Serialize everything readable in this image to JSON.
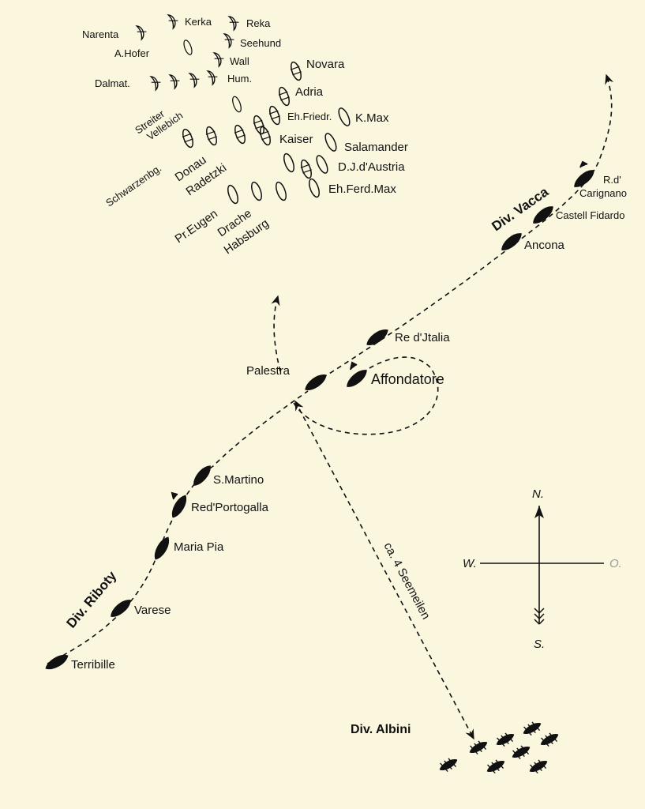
{
  "austrian": {
    "narenta": "Narenta",
    "kerka": "Kerka",
    "reka": "Reka",
    "hofer": "A.Hofer",
    "seehund": "Seehund",
    "wall": "Wall",
    "novara": "Novara",
    "dalmat": "Dalmat.",
    "hum": "Hum.",
    "adria": "Adria",
    "streiter": "Streiter",
    "vellebich": "Vellebich",
    "ehfriedr": "Eh.Friedr.",
    "kmax": "K.Max",
    "kaiser": "Kaiser",
    "salamander": "Salamander",
    "schwarzenbg": "Schwarzenbg.",
    "donau": "Donau",
    "radetzki": "Radetzki",
    "djaustria": "D.J.d'Austria",
    "ehferdmax": "Eh.Ferd.Max",
    "preugen": "Pr.Eugen",
    "drache": "Drache",
    "habsburg": "Habsburg"
  },
  "italian": {
    "div_vacca": "Div. Vacca",
    "rd": "R.d'",
    "carignano": "Carignano",
    "castell": "Castell Fidardo",
    "ancona": "Ancona",
    "reditalia": "Re d'Jtalia",
    "palestra": "Palestra",
    "affondatore": "Affondatore",
    "smartino": "S.Martino",
    "redportogalla": "Red'Portogalla",
    "mariapia": "Maria Pia",
    "div_riboty": "Div. Riboty",
    "varese": "Varese",
    "terribille": "Terribille",
    "distance": "ca. 4 Seemeilen",
    "div_albini": "Div. Albini"
  },
  "compass": {
    "n": "N.",
    "s": "S.",
    "w": "W.",
    "o": "O."
  }
}
